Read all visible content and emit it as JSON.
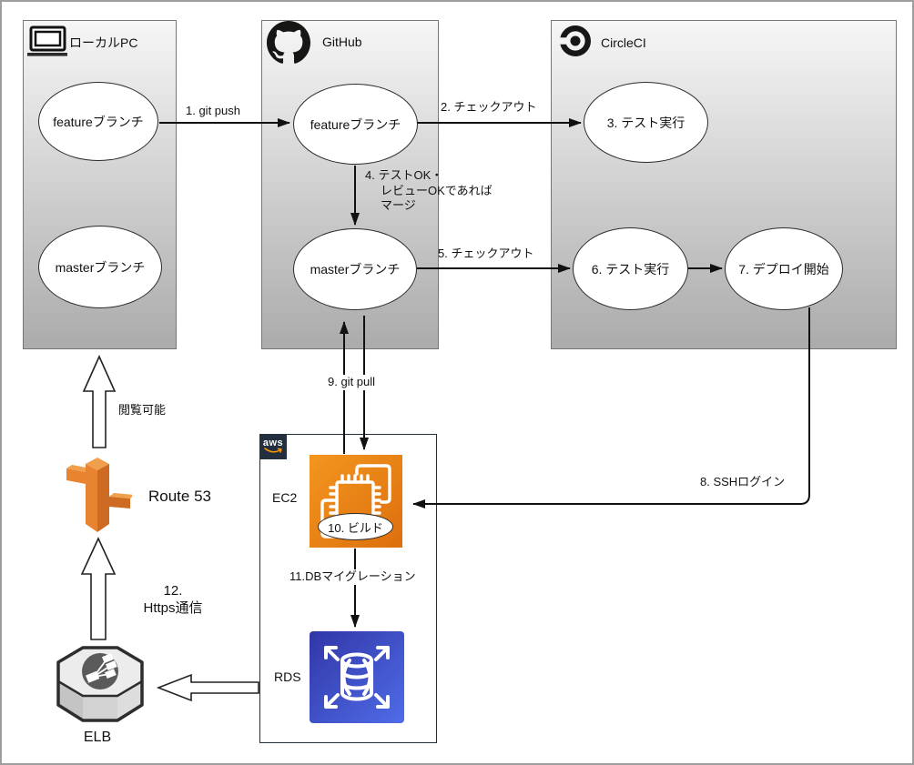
{
  "zones": {
    "local_pc": {
      "label": "ローカルPC"
    },
    "github": {
      "label": "GitHub"
    },
    "circleci": {
      "label": "CircleCI"
    },
    "aws": {
      "logo_text": "aws"
    }
  },
  "nodes": {
    "local_feature": "featureブランチ",
    "local_master": "masterブランチ",
    "gh_feature": "featureブランチ",
    "gh_master": "masterブランチ",
    "cc_test1": "3. テスト実行",
    "cc_test2": "6. テスト実行",
    "cc_deploy": "7. デプロイ開始",
    "ec2_build": "10. ビルド"
  },
  "services": {
    "ec2": "EC2",
    "rds": "RDS",
    "route53": "Route 53",
    "elb": "ELB"
  },
  "edge_labels": {
    "git_push": "1. git push",
    "checkout_feature": "2. チェックアウト",
    "merge": "4. テストOK・\nレビューOKであれば\nマージ",
    "checkout_master": "5. チェックアウト",
    "ssh_login": "8. SSHログイン",
    "git_pull": "9. git pull",
    "db_migration": "11.DBマイグレーション",
    "https": "12.\nHttps通信",
    "viewable": "閲覧可能"
  },
  "colors": {
    "navy": "#232f3e",
    "orange1": "#f3961f",
    "orange2": "#dd6f0d",
    "blue1": "#3136a6",
    "blue2": "#4f6ce8",
    "box_top": "#f6f6f6",
    "box_bottom": "#ababab",
    "border_gray": "#777777",
    "r53a": "#f0a04c",
    "r53b": "#e8832f",
    "r53c": "#cc6b21"
  }
}
